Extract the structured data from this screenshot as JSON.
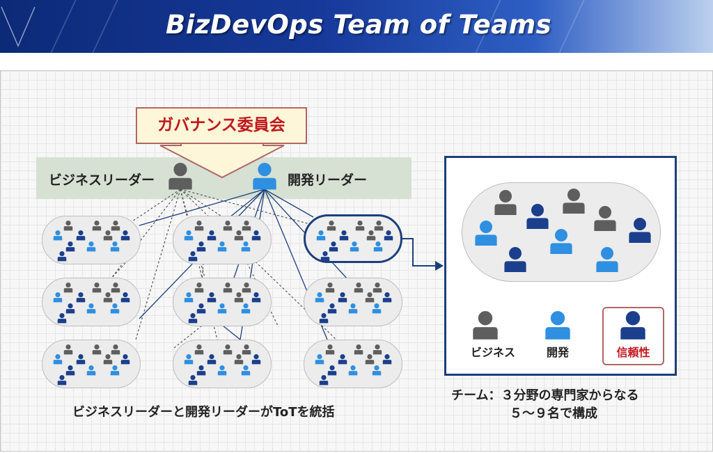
{
  "header": {
    "title": "BizDevOps Team of Teams"
  },
  "governance": {
    "label": "ガバナンス委員会"
  },
  "leaders": {
    "business": "ビジネスリーダー",
    "dev": "開発リーダー"
  },
  "caption_left": "ビジネスリーダーと開発リーダーがToTを統括",
  "legend": {
    "business": "ビジネス",
    "dev": "開発",
    "trust": "信頼性"
  },
  "caption_right": {
    "line1": "チーム：３分野の専門家からなる",
    "line2": "５〜９名で構成"
  },
  "colors": {
    "business": "#5e5e5e",
    "dev": "#2f8fe0",
    "trust": "#1b3f8c",
    "accent_red": "#c0171e"
  }
}
